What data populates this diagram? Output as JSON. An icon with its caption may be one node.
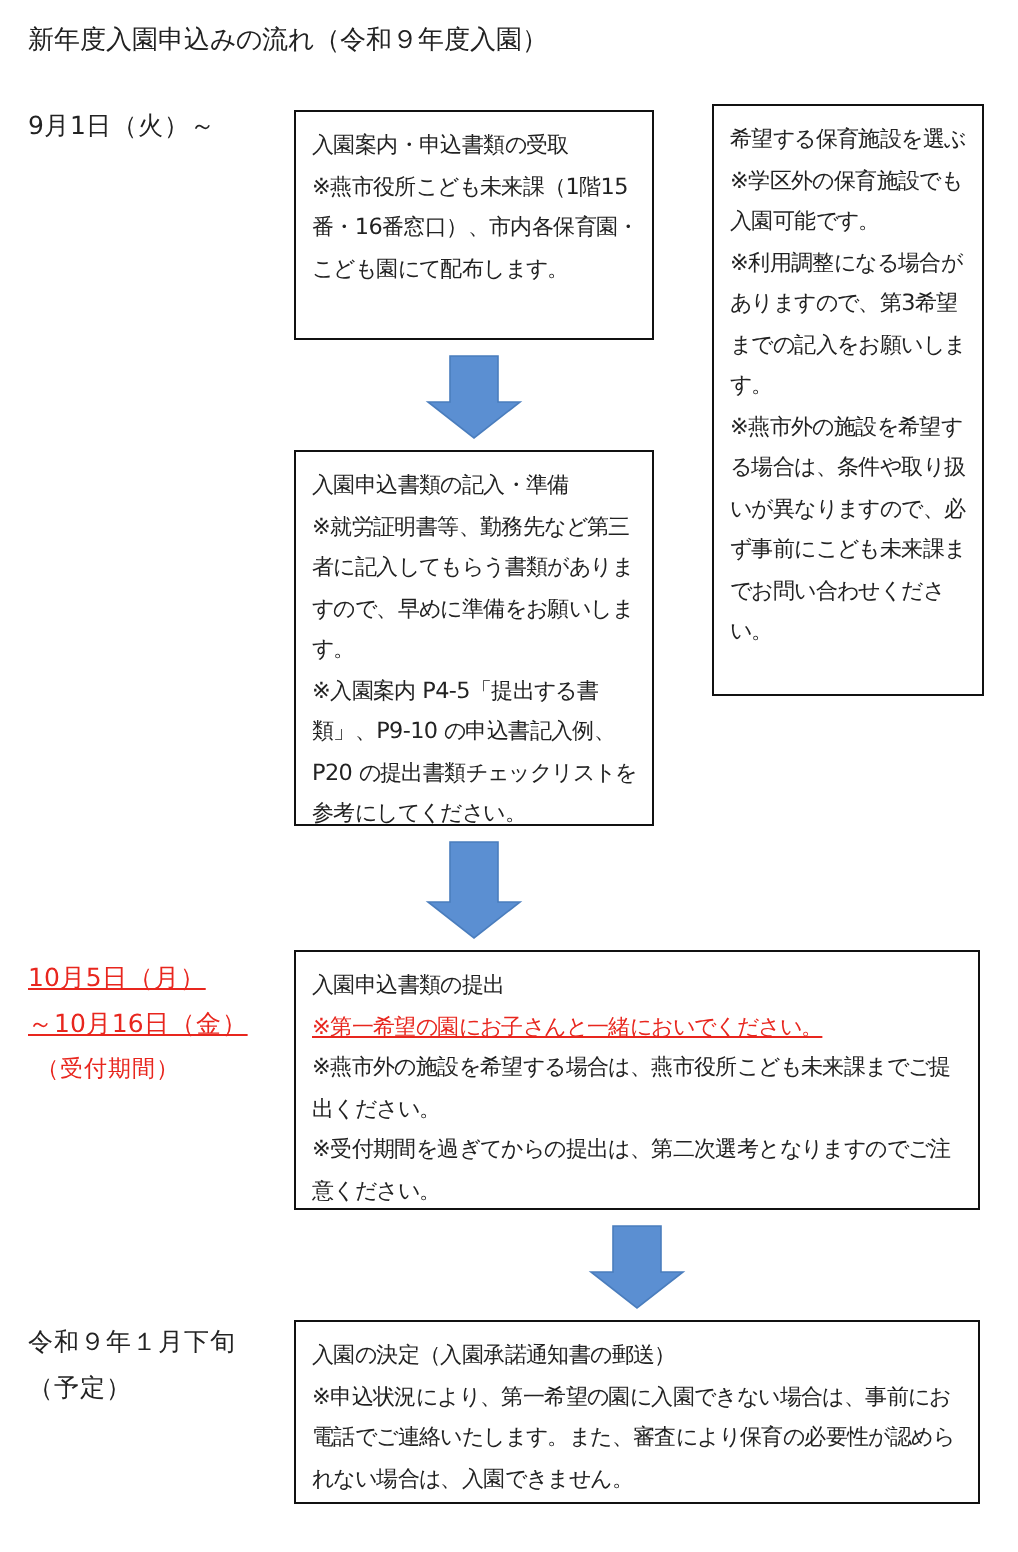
{
  "diagram": {
    "title": "新年度入園申込みの流れ（令和９年度入園）",
    "nodes": [
      {
        "text": [
          "入園案内・申込書類の受取",
          "※燕市役所こども未来課（1階15番・16番窓口）、市内各保育園・こども園にて配布します。"
        ],
        "beside": [
          "9月1日（火）～"
        ]
      },
      {
        "text": [
          "希望する保育施設を選ぶ",
          "※学区外の保育施設でも入園可能です。",
          "※利用調整になる場合がありますので、第3希望までの記入をお願いします。",
          "※燕市外の施設を希望する場合は、条件や取り扱いが異なりますので、必ず事前にこども未来課までお問い合わせください。"
        ]
      },
      {
        "text": [
          "入園申込書類の記入・準備",
          "※就労証明書等、勤務先など第三者に記入してもらう書類がありますので、早めに準備をお願いします。",
          "※入園案内 P4-5「提出する書類」、P9-10 の申込書記入例、P20 の提出書類チェックリストを参考にしてください。"
        ]
      },
      {
        "text": [
          "入園申込書類の提出",
          "※第一希望の園にお子さんと一緒においでください。",
          "※燕市外の施設を希望する場合は、燕市役所こども未来課までご提出ください。",
          "※受付期間を過ぎてからの提出は、第二次選考となりますのでご注意ください。"
        ],
        "beside": [
          "10月5日（月）",
          "～10月16日（金）",
          "（受付期間）"
        ]
      },
      {
        "text": [
          "入園の決定（入園承諾通知書の郵送）",
          "※申込状況により、第一希望の園に入園できない場合は、事前にお電話でご連絡いたします。また、審査により保育の必要性が認められない場合は、入園できません。"
        ],
        "beside": [
          "令和９年１月下旬",
          "（予定）"
        ]
      }
    ],
    "edges": [
      {
        "from": 0,
        "to": 2,
        "arrow": "to"
      },
      {
        "from": 2,
        "to": 3,
        "arrow": "to"
      },
      {
        "from": 3,
        "to": 4,
        "arrow": "to"
      }
    ]
  }
}
